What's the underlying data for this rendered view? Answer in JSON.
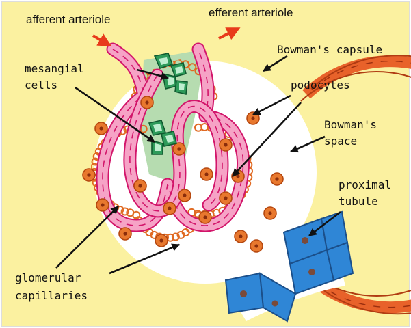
{
  "diagram": {
    "labels": {
      "afferent": "afferent arteriole",
      "efferent": "efferent arteriole",
      "bowmans_capsule": "Bowman's capsule",
      "mesangial_line1": "mesangial",
      "mesangial_line2": "cells",
      "podocytes": "podocytes",
      "bowmans_space_line1": "Bowman's",
      "bowmans_space_line2": "space",
      "proximal_line1": "proximal",
      "proximal_line2": "tubule",
      "glomerular_line1": "glomerular",
      "glomerular_line2": "capillaries"
    },
    "colors": {
      "background": "#fbf1a0",
      "capsule_wall": "#e8622a",
      "capillary": "#f6a3c6",
      "capillary_edge": "#d2156a",
      "podocyte": "#e8782e",
      "mesangial_region": "#b6dcb0",
      "mesangial_cell": "#2e9b5a",
      "tubule_cell": "#2f86d6",
      "arrow_red": "#e83a1a"
    }
  }
}
